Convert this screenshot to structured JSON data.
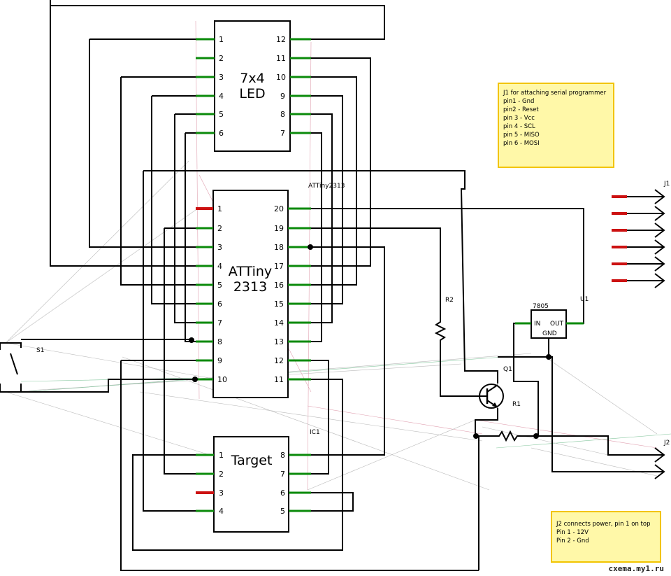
{
  "chips": {
    "led": {
      "title_line1": "7x4",
      "title_line2": "LED",
      "left_pins": [
        "1",
        "2",
        "3",
        "4",
        "5",
        "6"
      ],
      "right_pins": [
        "12",
        "11",
        "10",
        "9",
        "8",
        "7"
      ]
    },
    "attiny": {
      "title_line1": "ATTiny",
      "title_line2": "2313",
      "label": "ATTiny2313",
      "left_pins": [
        "1",
        "2",
        "3",
        "4",
        "5",
        "6",
        "7",
        "8",
        "9",
        "10"
      ],
      "right_pins": [
        "20",
        "19",
        "18",
        "17",
        "16",
        "15",
        "14",
        "13",
        "12",
        "11"
      ]
    },
    "target": {
      "title": "Target",
      "label": "IC1",
      "left_pins": [
        "1",
        "2",
        "3",
        "4"
      ],
      "right_pins": [
        "8",
        "7",
        "6",
        "5"
      ]
    }
  },
  "components": {
    "s1": "S1",
    "r1": "R1",
    "r2": "R2",
    "q1": "Q1",
    "u1": "U1",
    "reg": "7805",
    "reg_in": "IN",
    "reg_out": "OUT",
    "reg_gnd": "GND",
    "j1": "J1",
    "j2": "J2"
  },
  "notes": {
    "j1": [
      "J1 for attaching serial programmer",
      "pin1 - Gnd",
      "pin2 - Reset",
      "pin 3 - Vcc",
      "pin 4 - SCL",
      "pin 5 - MISO",
      "pin 6 - MOSI"
    ],
    "j2": [
      "J2 connects power, pin 1 on top",
      "Pin 1 - 12V",
      "Pin 2 - Gnd"
    ]
  },
  "watermark": "cxema.my1.ru"
}
